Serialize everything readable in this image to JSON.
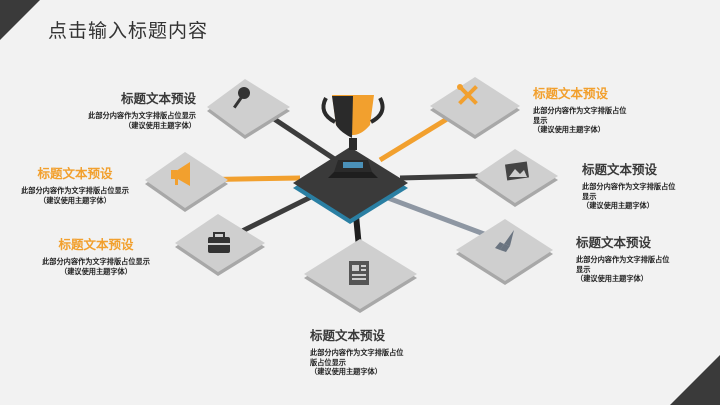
{
  "title": "点击输入标题内容",
  "colors": {
    "orange": "#f2a02e",
    "dark": "#3c3c3c",
    "grey": "#8e97a3",
    "tile": "#c9c9c9"
  },
  "blocks": [
    {
      "id": "b1",
      "heading": "标题文本预设",
      "lines": [
        "此部分内容作为文字排版占位显示",
        "（建议使用主题字体）"
      ],
      "icon": "key-icon"
    },
    {
      "id": "b2",
      "heading": "标题文本预设",
      "lines": [
        "此部分内容作为文字排版占位显示",
        "（建议使用主题字体）"
      ],
      "icon": "megaphone-icon"
    },
    {
      "id": "b3",
      "heading": "标题文本预设",
      "lines": [
        "此部分内容作为文字排版占位显示",
        "（建议使用主题字体）"
      ],
      "icon": "briefcase-icon"
    },
    {
      "id": "b4",
      "heading": "标题文本预设",
      "lines": [
        "此部分内容作为文字排版占位",
        "版占位显示",
        "（建议使用主题字体）"
      ],
      "icon": "news-icon"
    },
    {
      "id": "b5",
      "heading": "标题文本预设",
      "lines": [
        "此部分内容作为文字排版占位",
        "显示",
        "（建议使用主题字体）"
      ],
      "icon": "rocket-icon"
    },
    {
      "id": "b6",
      "heading": "标题文本预设",
      "lines": [
        "此部分内容作为文字排版占位",
        "显示",
        "（建议使用主题字体）"
      ],
      "icon": "image-icon"
    },
    {
      "id": "b7",
      "heading": "标题文本预设",
      "lines": [
        "此部分内容作为文字排版占位",
        "显示",
        "（建议使用主题字体）"
      ],
      "icon": "tools-icon"
    }
  ]
}
